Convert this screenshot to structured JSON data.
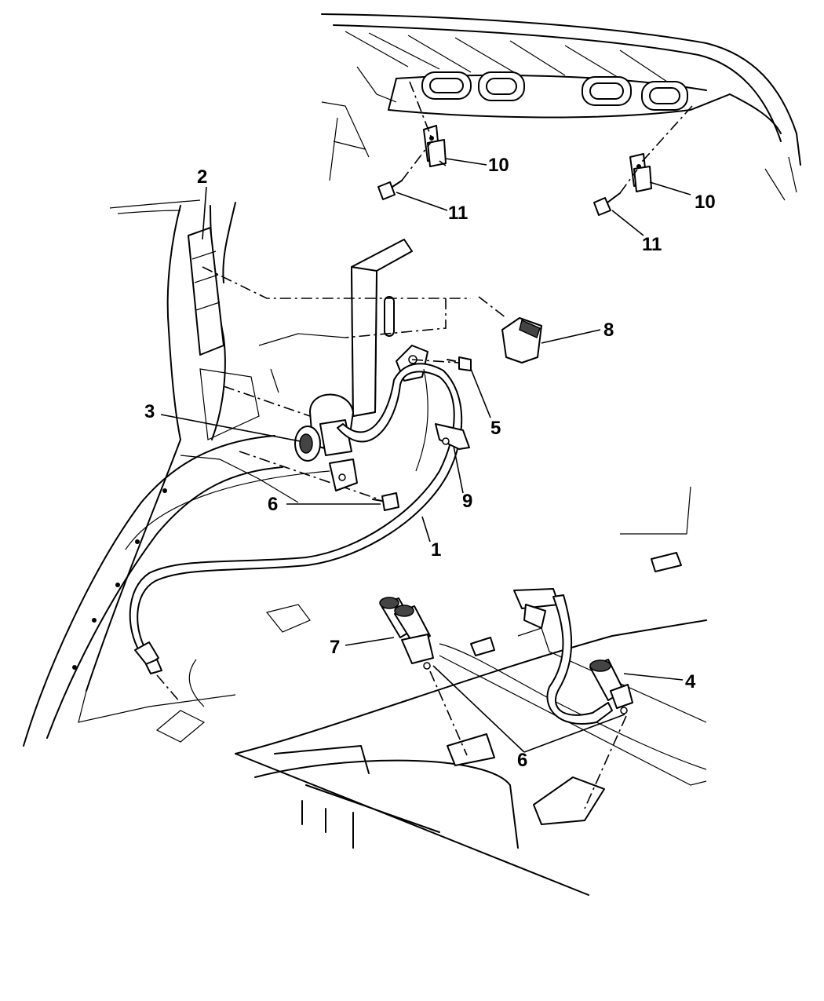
{
  "callouts": [
    {
      "id": "1",
      "text": "1"
    },
    {
      "id": "2",
      "text": "2"
    },
    {
      "id": "3",
      "text": "3"
    },
    {
      "id": "4",
      "text": "4"
    },
    {
      "id": "5",
      "text": "5"
    },
    {
      "id": "6a",
      "text": "6"
    },
    {
      "id": "6b",
      "text": "6"
    },
    {
      "id": "7",
      "text": "7"
    },
    {
      "id": "8",
      "text": "8"
    },
    {
      "id": "9",
      "text": "9"
    },
    {
      "id": "10a",
      "text": "10"
    },
    {
      "id": "10b",
      "text": "10"
    },
    {
      "id": "11a",
      "text": "11"
    },
    {
      "id": "11b",
      "text": "11"
    }
  ]
}
